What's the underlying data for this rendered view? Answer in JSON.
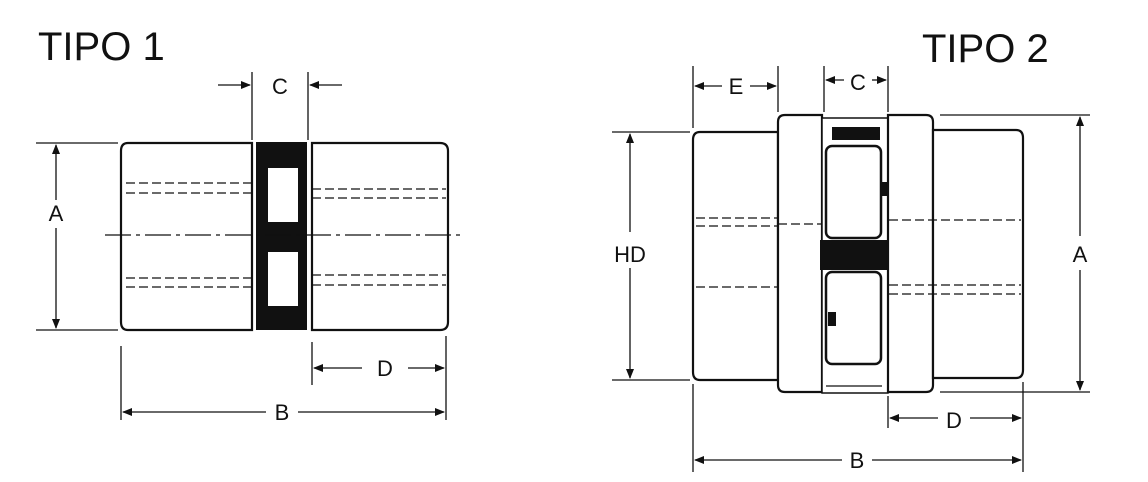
{
  "tipo1": {
    "title": "TIPO 1",
    "labels": {
      "a": "A",
      "b": "B",
      "c": "C",
      "d": "D"
    }
  },
  "tipo2": {
    "title": "TIPO 2",
    "labels": {
      "a": "A",
      "b": "B",
      "c": "C",
      "d": "D",
      "e": "E",
      "hd": "HD"
    }
  }
}
